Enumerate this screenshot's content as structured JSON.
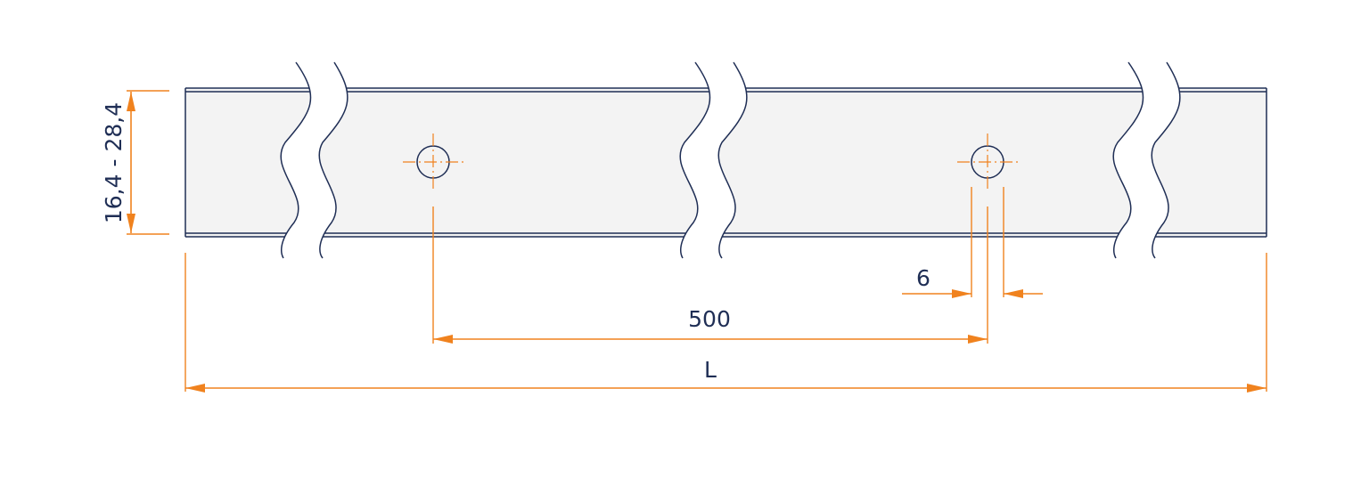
{
  "drawing": {
    "dimensions": {
      "height_range": "16,4 - 28,4",
      "hole_spacing": "500",
      "hole_diameter": "6",
      "total_length": "L"
    },
    "colors": {
      "part_outline": "#1f2e55",
      "part_fill": "#f3f3f3",
      "dimension": "#f0821e",
      "text": "#1f2e55"
    }
  }
}
